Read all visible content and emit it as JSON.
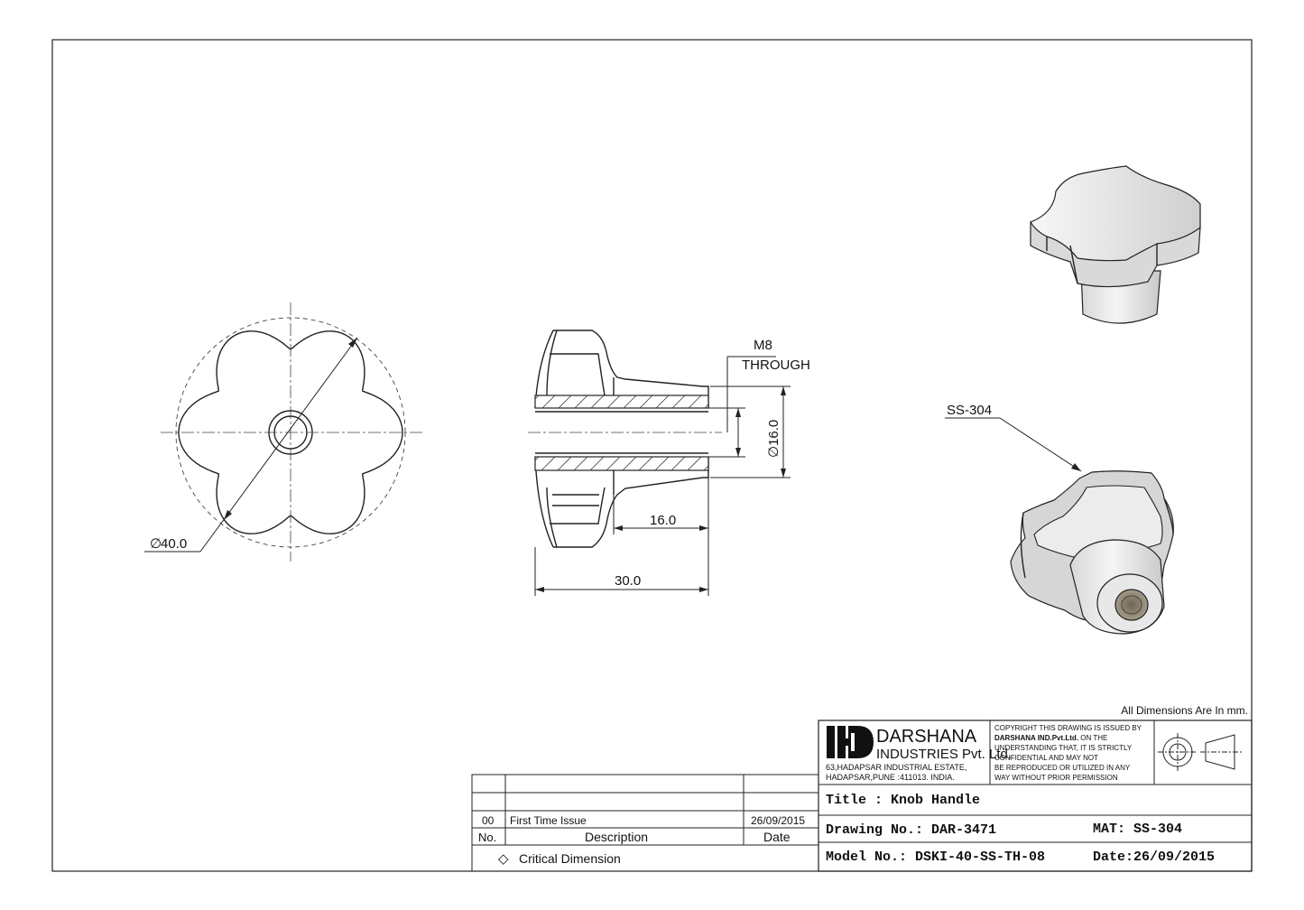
{
  "dimensions": {
    "diameter_outer": "40.0",
    "diameter_boss": "16.0",
    "thread": "M8",
    "thread_note": "THROUGH",
    "boss_length": "16.0",
    "overall_length": "30.0",
    "diameter_symbol": "∅"
  },
  "material_callout": "SS-304",
  "units_note": "All Dimensions Are In mm.",
  "company": {
    "name": "DARSHANA",
    "subtitle": "INDUSTRIES Pvt. Ltd.",
    "address_line1": "63,HADAPSAR INDUSTRIAL ESTATE,",
    "address_line2": "HADAPSAR,PUNE :411013. INDIA."
  },
  "copyright": {
    "line1": "COPYRIGHT THIS DRAWING IS ISSUED BY",
    "line2_bold": "DARSHANA IND.Pvt.Ltd.",
    "line2_rest": " ON THE",
    "line3": "UNDERSTANDING THAT, IT IS STRICTLY",
    "line4": "CONFIDENTIAL AND MAY NOT",
    "line5": "BE REPRODUCED OR UTILIZED IN ANY",
    "line6": "WAY WITHOUT PRIOR PERMISSION"
  },
  "title_block": {
    "title": "Title : Knob Handle",
    "drawing_no": "Drawing No.: DAR-3471",
    "mat": "MAT: SS-304",
    "model_no": "Model No.: DSKI-40-SS-TH-08",
    "date": "Date:26/09/2015"
  },
  "revision_table": {
    "rows": [
      {
        "no": "00",
        "description": "First Time Issue",
        "date": "26/09/2015"
      }
    ],
    "headers": {
      "no": "No.",
      "description": "Description",
      "date": "Date"
    },
    "critical_symbol": "◇",
    "critical_label": "Critical Dimension"
  },
  "colors": {
    "line": "#222222",
    "part_fill_light": "#f2f2f2",
    "part_fill_mid": "#dcdcdc",
    "part_fill_dark": "#bdbdbd",
    "thread_fill": "#8a8070"
  }
}
